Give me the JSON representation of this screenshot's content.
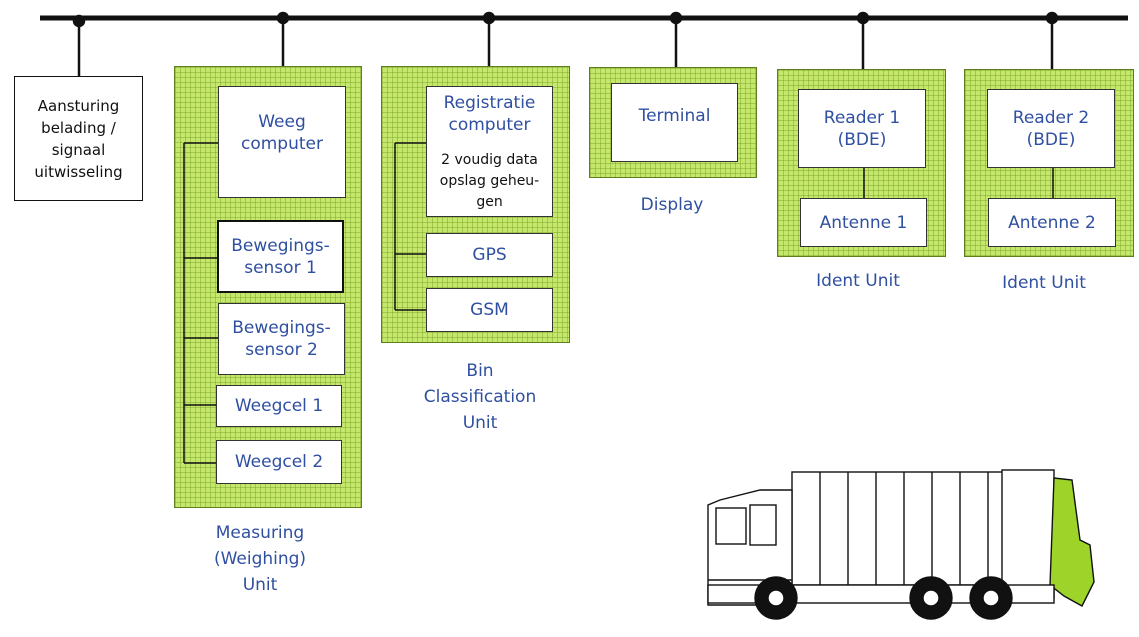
{
  "boxes": {
    "aansturing": "Aansturing\nbelading /\nsignaal\nuitwisseling",
    "weeg_computer": "Weeg\ncomputer",
    "bewegingssensor_1": "Bewegings-\nsensor 1",
    "bewegingssensor_2": "Bewegings-\nsensor 2",
    "weegcel_1": "Weegcel 1",
    "weegcel_2": "Weegcel 2",
    "registratie_computer": "Registratie\ncomputer",
    "data_opslag": "2 voudig data\nopslag geheu-\ngen",
    "gps": "GPS",
    "gsm": "GSM",
    "terminal": "Terminal",
    "reader_1": "Reader 1\n(BDE)",
    "antenne_1": "Antenne 1",
    "reader_2": "Reader 2\n(BDE)",
    "antenne_2": "Antenne 2"
  },
  "labels": {
    "measuring_unit": "Measuring\n(Weighing)\nUnit",
    "bin_classification_unit": "Bin\nClassification\nUnit",
    "display": "Display",
    "ident_unit_1": "Ident Unit",
    "ident_unit_2": "Ident Unit"
  },
  "icons": {
    "truck": "garbage-truck-icon"
  },
  "colors": {
    "unit_fill": "#c5e86c",
    "text": "#2f4fa0",
    "bus": "#111111",
    "truck_lift": "#9ed42a"
  }
}
